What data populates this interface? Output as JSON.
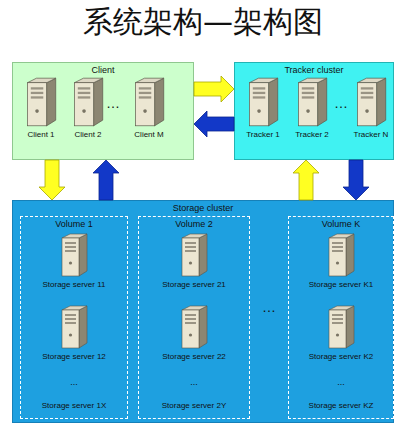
{
  "diagram": {
    "title": "系统架构—架构图",
    "nodes": [
      {
        "text": [
          "Client"
        ]
      },
      {
        "text": [
          "Client 1"
        ],
        "in": 0
      },
      {
        "text": [
          "Client 2"
        ],
        "in": 0
      },
      {
        "text": [
          "Client M"
        ],
        "in": 0
      },
      {
        "text": [
          "Tracker cluster"
        ]
      },
      {
        "text": [
          "Tracker 1"
        ],
        "in": 4
      },
      {
        "text": [
          "Tracker 2"
        ],
        "in": 4
      },
      {
        "text": [
          "Tracker N"
        ],
        "in": 4
      },
      {
        "text": [
          "Storage cluster"
        ]
      },
      {
        "text": [
          "Volume 1"
        ],
        "in": 8
      },
      {
        "text": [
          "Storage server 11"
        ],
        "in": 9
      },
      {
        "text": [
          "Storage server 12"
        ],
        "in": 9
      },
      {
        "text": [
          "Volume 2"
        ],
        "in": 8
      },
      {
        "text": [
          "Storage server 21"
        ],
        "in": 12
      },
      {
        "text": [
          "Storage server 22"
        ],
        "in": 12
      },
      {
        "text": [
          "Volume K"
        ],
        "in": 8
      },
      {
        "text": [
          "Storage server K1"
        ],
        "in": 15
      },
      {
        "text": [
          "Storage server K2"
        ],
        "in": 15
      }
    ],
    "edges": [
      {
        "from": 0,
        "to": 4,
        "arrow": "to"
      },
      {
        "from": 4,
        "to": 0,
        "arrow": "to"
      },
      {
        "from": 0,
        "to": 8,
        "arrow": "to"
      },
      {
        "from": 8,
        "to": 0,
        "arrow": "to"
      },
      {
        "from": 8,
        "to": 4,
        "arrow": "to"
      },
      {
        "from": 4,
        "to": 8,
        "arrow": "to"
      }
    ],
    "labels": [
      "…",
      "…",
      "…",
      "...",
      "Storage server 1X",
      "...",
      "Storage server 2Y",
      "...",
      "Storage server KZ"
    ]
  }
}
